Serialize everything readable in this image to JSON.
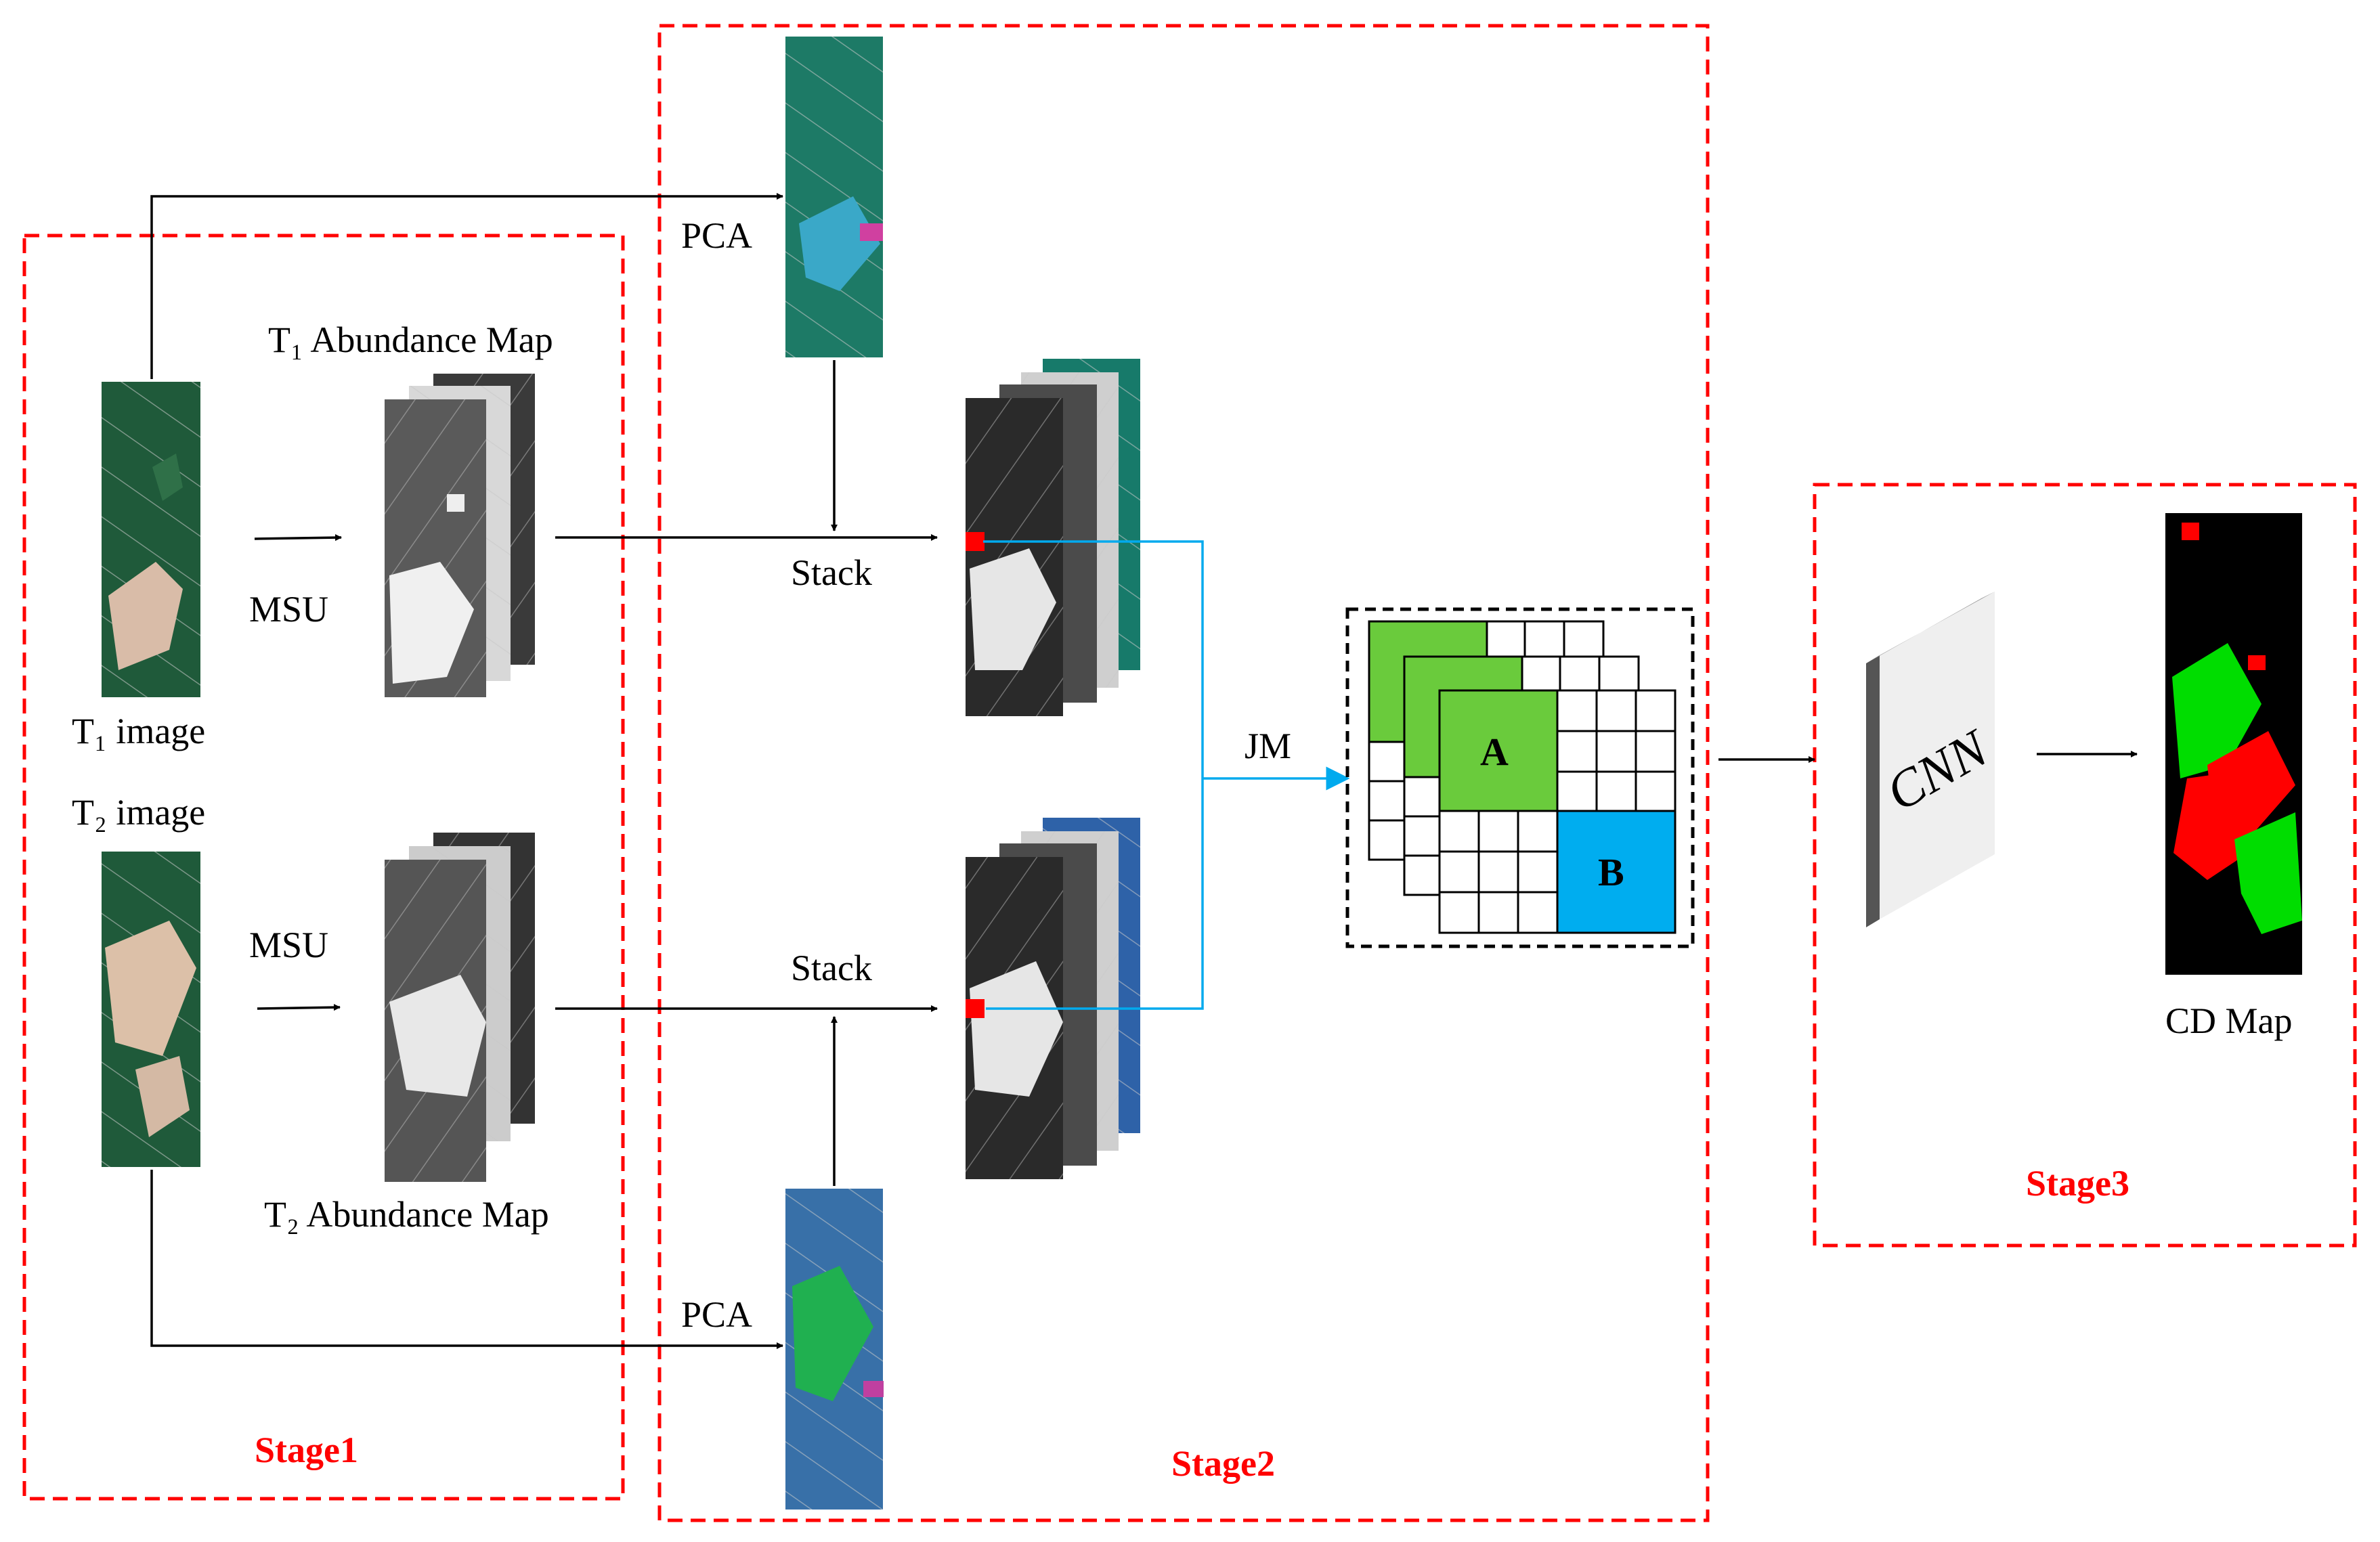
{
  "stages": {
    "stage1": "Stage1",
    "stage2": "Stage2",
    "stage3": "Stage3"
  },
  "labels": {
    "t1_image": "T₁ image",
    "t2_image": "T₂ image",
    "t1_abundance": "T₁ Abundance Map",
    "t2_abundance": "T₂ Abundance Map",
    "msu_top": "MSU",
    "msu_bottom": "MSU",
    "pca_top": "PCA",
    "pca_bottom": "PCA",
    "stack_top": "Stack",
    "stack_bottom": "Stack",
    "jm": "JM",
    "patch_a": "A",
    "patch_b": "B",
    "cnn": "CNN",
    "cd_map": "CD Map"
  },
  "colors": {
    "stage_red": "#ff0000",
    "patch_green": "#6acb3c",
    "patch_blue": "#00adef",
    "jm_arrow": "#00aaee",
    "change_red": "#ff0000",
    "change_green": "#00dd00"
  },
  "icons": {
    "satellite_image": "aerial-field-strip",
    "abundance_stack": "grayscale-map-stack",
    "feature_stack": "stacked-feature-maps",
    "patch_grid": "patch-grid",
    "cnn_block": "cnn-panel",
    "cd_map": "change-detection-map"
  }
}
